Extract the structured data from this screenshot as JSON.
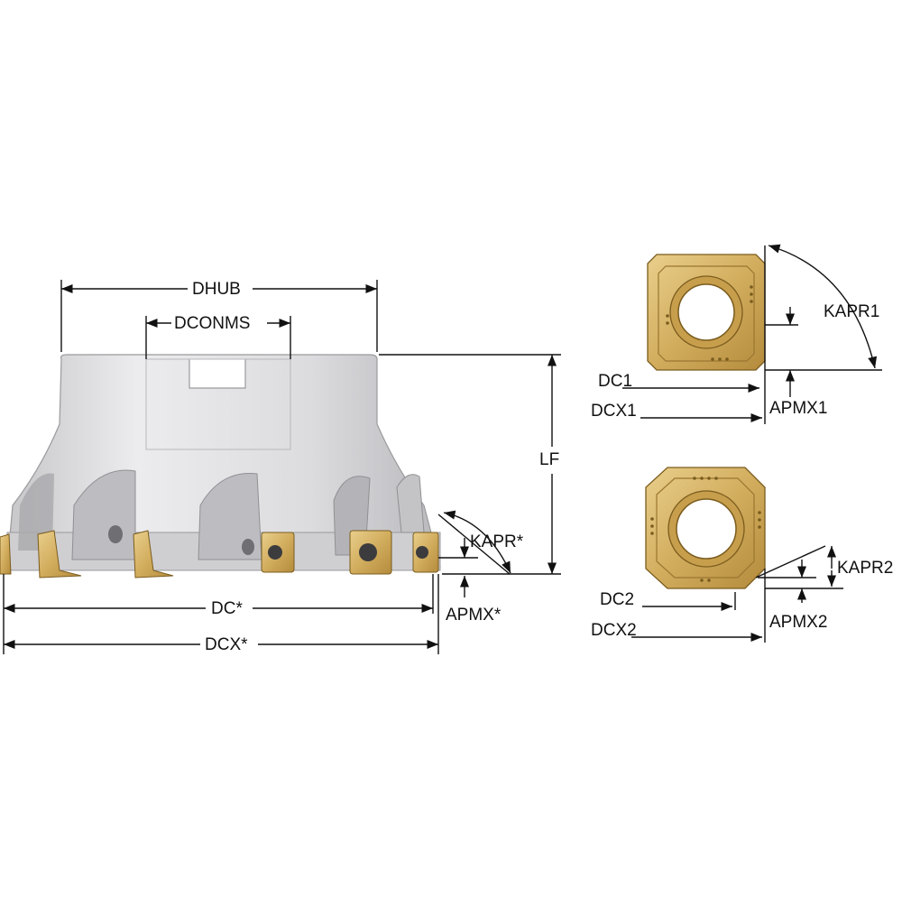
{
  "colors": {
    "background": "#ffffff",
    "cutter_body": "#d9d9dc",
    "cutter_shadow": "#a9a9ad",
    "insert_gold": "#d4b36a",
    "insert_dark": "#8c6b24",
    "dimension_line": "#111111"
  },
  "labels": {
    "dhub": "DHUB",
    "dconms": "DCONMS",
    "lf": "LF",
    "kapr": "KAPR*",
    "apmx": "APMX*",
    "dc": "DC*",
    "dcx": "DCX*",
    "kapr1": "KAPR1",
    "dc1": "DC1",
    "apmx1": "APMX1",
    "dcx1": "DCX1",
    "kapr2": "KAPR2",
    "dc2": "DC2",
    "apmx2": "APMX2",
    "dcx2": "DCX2"
  },
  "icons": {
    "cutter": "face-mill-cutter-icon",
    "insert1": "square-insert-icon",
    "insert2": "octagonal-insert-icon"
  }
}
